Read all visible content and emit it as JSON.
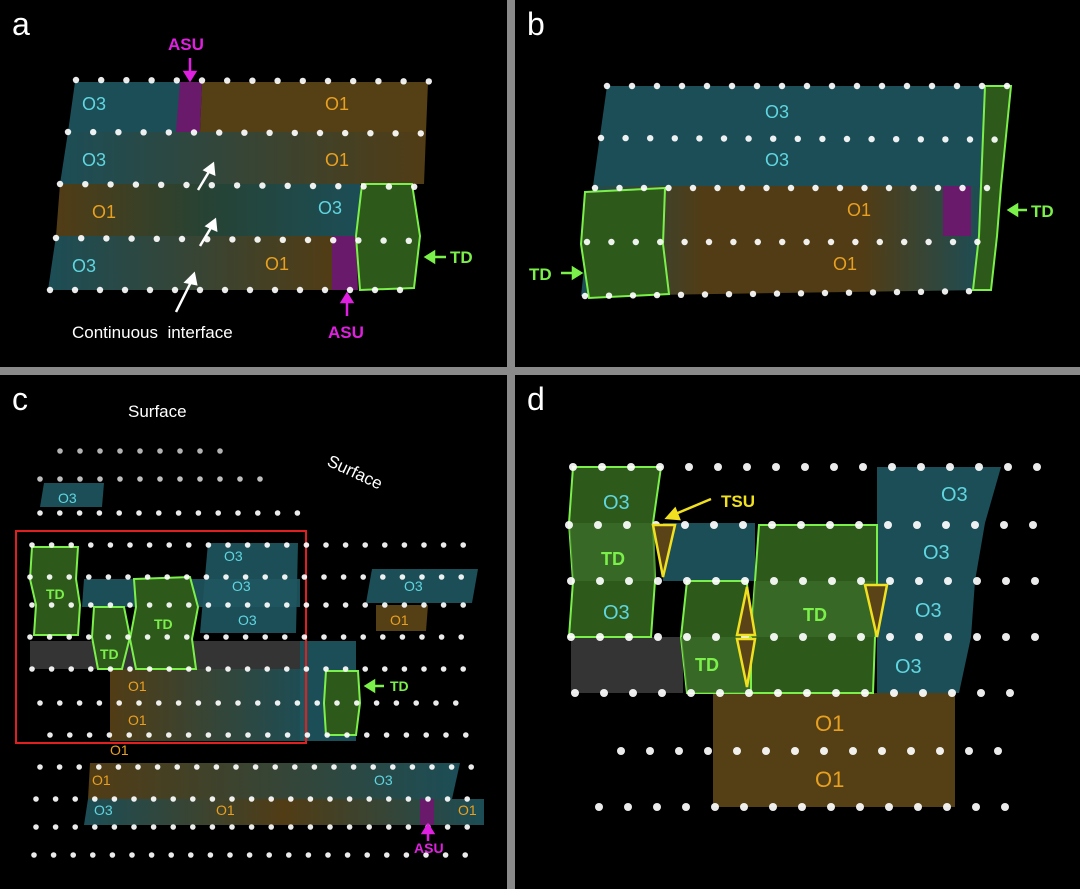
{
  "panels": {
    "a": {
      "label": "a",
      "texts": {
        "o3_1": "O3",
        "o1_1": "O1",
        "o3_2": "O3",
        "o1_2": "O1",
        "o1_3": "O1",
        "o3_3": "O3",
        "o3_4": "O3",
        "o1_4": "O1",
        "asu_top": "ASU",
        "asu_bottom": "ASU",
        "td": "TD",
        "interface": "Continuous  interface"
      }
    },
    "b": {
      "label": "b",
      "texts": {
        "o3_1": "O3",
        "o3_2": "O3",
        "o1_1": "O1",
        "o1_2": "O1",
        "td_right": "TD",
        "td_left": "TD"
      }
    },
    "c": {
      "label": "c",
      "texts": {
        "surface_1": "Surface",
        "surface_2": "Surface",
        "o3_a": "O3",
        "o3_b": "O3",
        "o3_c": "O3",
        "o3_d": "O3",
        "o3_e": "O3",
        "o1_a": "O1",
        "o1_b": "O1",
        "o1_c": "O1",
        "o1_d": "O1",
        "o1_e": "O1",
        "o1_f": "O1",
        "o1_g": "O1",
        "o3_f": "O3",
        "o3_g": "O3",
        "td_1": "TD",
        "td_2": "TD",
        "td_3": "TD",
        "td_4": "TD",
        "asu": "ASU"
      }
    },
    "d": {
      "label": "d",
      "texts": {
        "o3_1": "O3",
        "td_1": "TD",
        "o3_2": "O3",
        "tsu": "TSU",
        "td_2": "TD",
        "td_3": "TD",
        "o3_r1": "O3",
        "o3_r2": "O3",
        "o3_r3": "O3",
        "o3_r4": "O3",
        "o1_1": "O1",
        "o1_2": "O1"
      }
    }
  },
  "colors": {
    "o3": "#1f5660",
    "o1": "#5a4317",
    "td": "#2d5a1b",
    "td_stroke": "#7cf04a",
    "asu": "#6a1a6a",
    "magenta": "#e020e0",
    "green_text": "#7cf04a",
    "cyan_text": "#5fd6e0",
    "orange_text": "#e8a020",
    "yellow": "#f0e020",
    "red_box": "#e02020"
  }
}
